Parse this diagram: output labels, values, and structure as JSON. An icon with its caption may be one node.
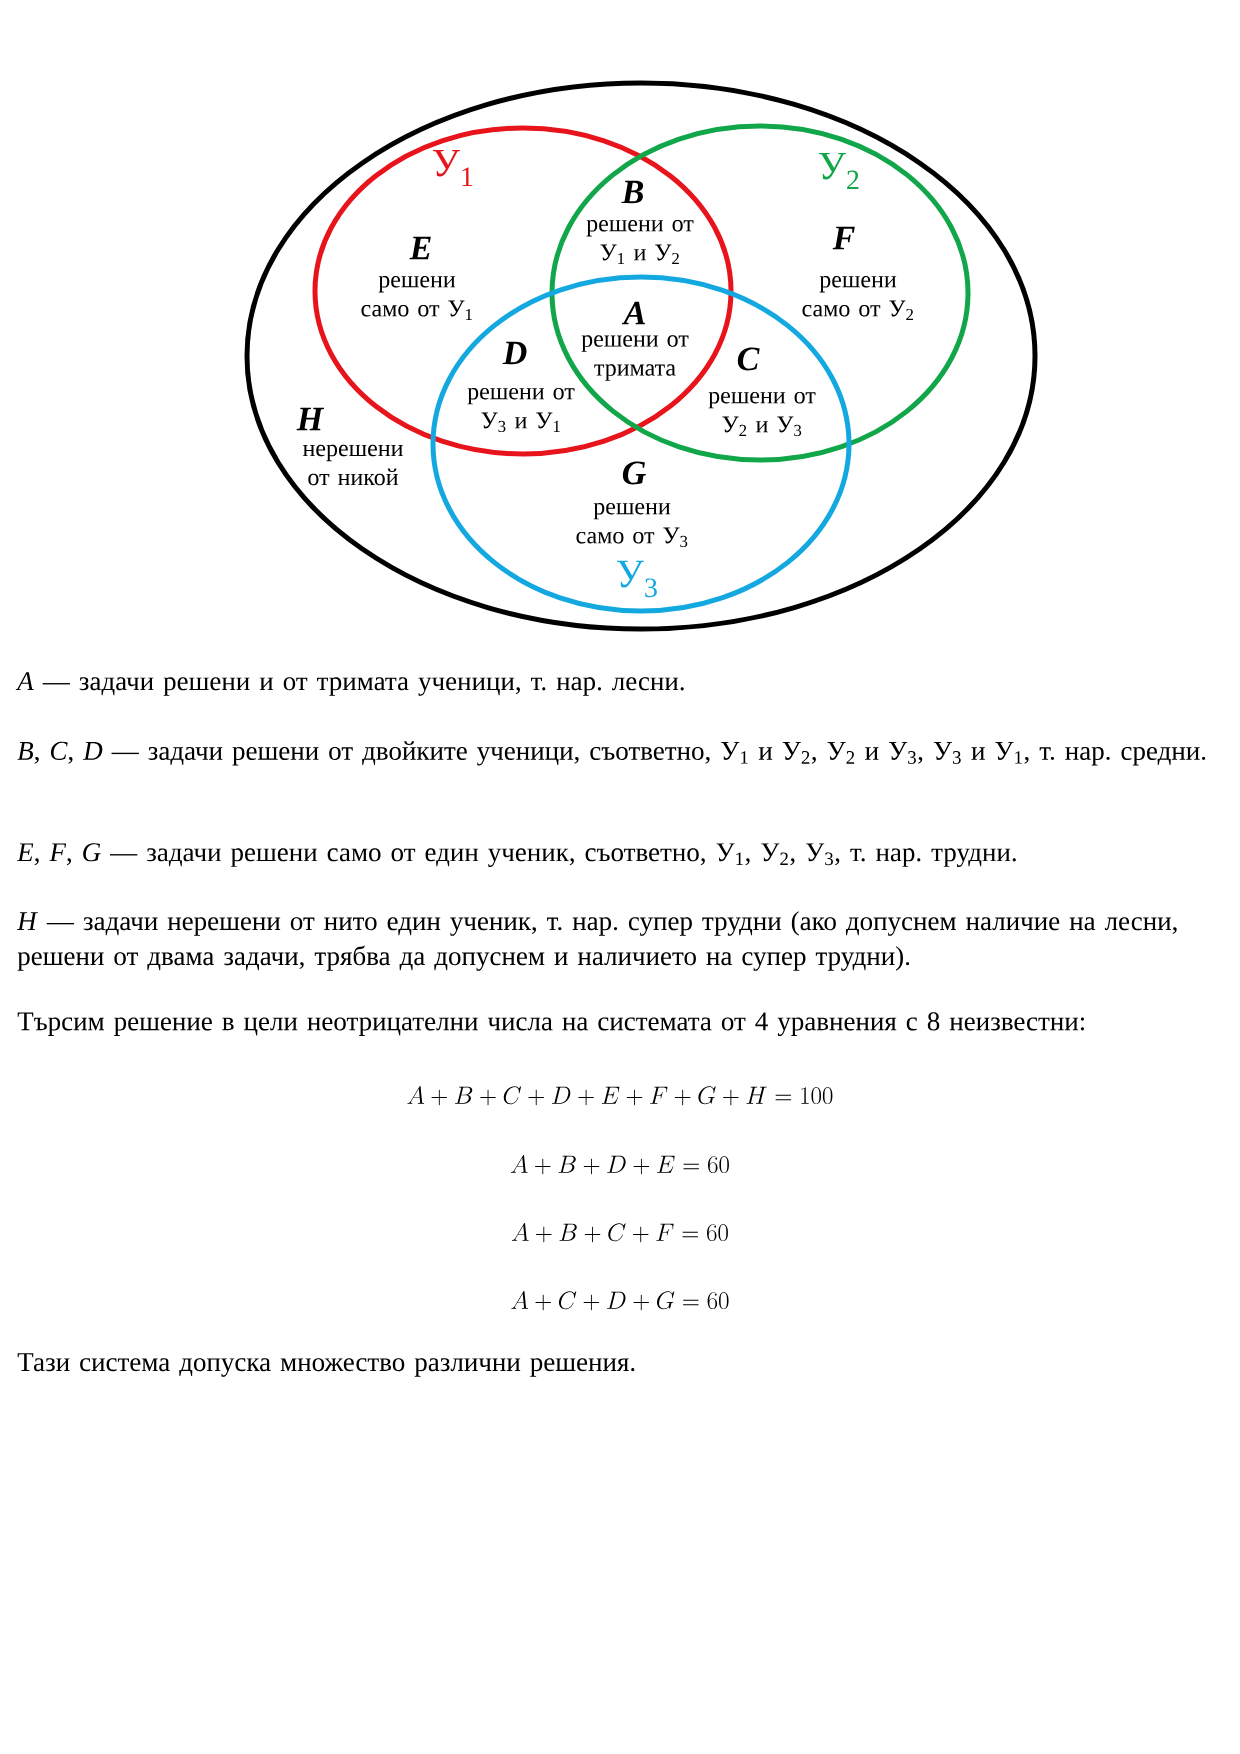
{
  "diagram": {
    "nodes": [
      {
        "text": [],
        "shape": "ellipse"
      },
      {
        "text": [
          "У$_{1}$"
        ],
        "in": 0
      },
      {
        "text": [
          "У$_{2}$"
        ],
        "in": 0
      },
      {
        "text": [
          "У$_{3}$"
        ],
        "in": 0
      }
    ],
    "labels": [
      "B",
      "решени от У$_{1}$ и У$_{2}$",
      "E",
      "решени само от У$_{1}$",
      "F",
      "решени само от У$_{2}$",
      "A",
      "решени от тримата",
      "D",
      "решени от У$_{3}$ и У$_{1}$",
      "C",
      "решени от У$_{2}$ и У$_{3}$",
      "H",
      "нерешени от никой",
      "G",
      "решени само от У$_{3}$",
      "*A* — задачи решени и от тримата ученици, т. нар. лесни.",
      "*B*, *C*, *D* — задачи решени от двойките ученици, съответно, У$_{1}$ и У$_{2}$, У$_{2}$ и У$_{3}$, У$_{3}$ и У$_{1}$, т. нар. средни.",
      "*E*, *F*, *G* — задачи решени само от един ученик, съответно, У$_{1}$, У$_{2}$, У$_{3}$, т. нар. трудни.",
      "*H* — задачи нерешени от нито един ученик, т. нар. супер трудни (ако допуснем наличие на лесни, решени от двама задачи, трябва да допуснем и наличието на супер трудни).",
      "Търсим решение в цели неотрицателни числа на системата от 4 уравнения с 8 неизвестни:",
      "A+B+C+D+E+F+G+H=100",
      "A+B+D+E=60",
      "A+B+C+F=60",
      "A+C+D+G=60",
      "Тази система допуска множество различни решения."
    ]
  }
}
